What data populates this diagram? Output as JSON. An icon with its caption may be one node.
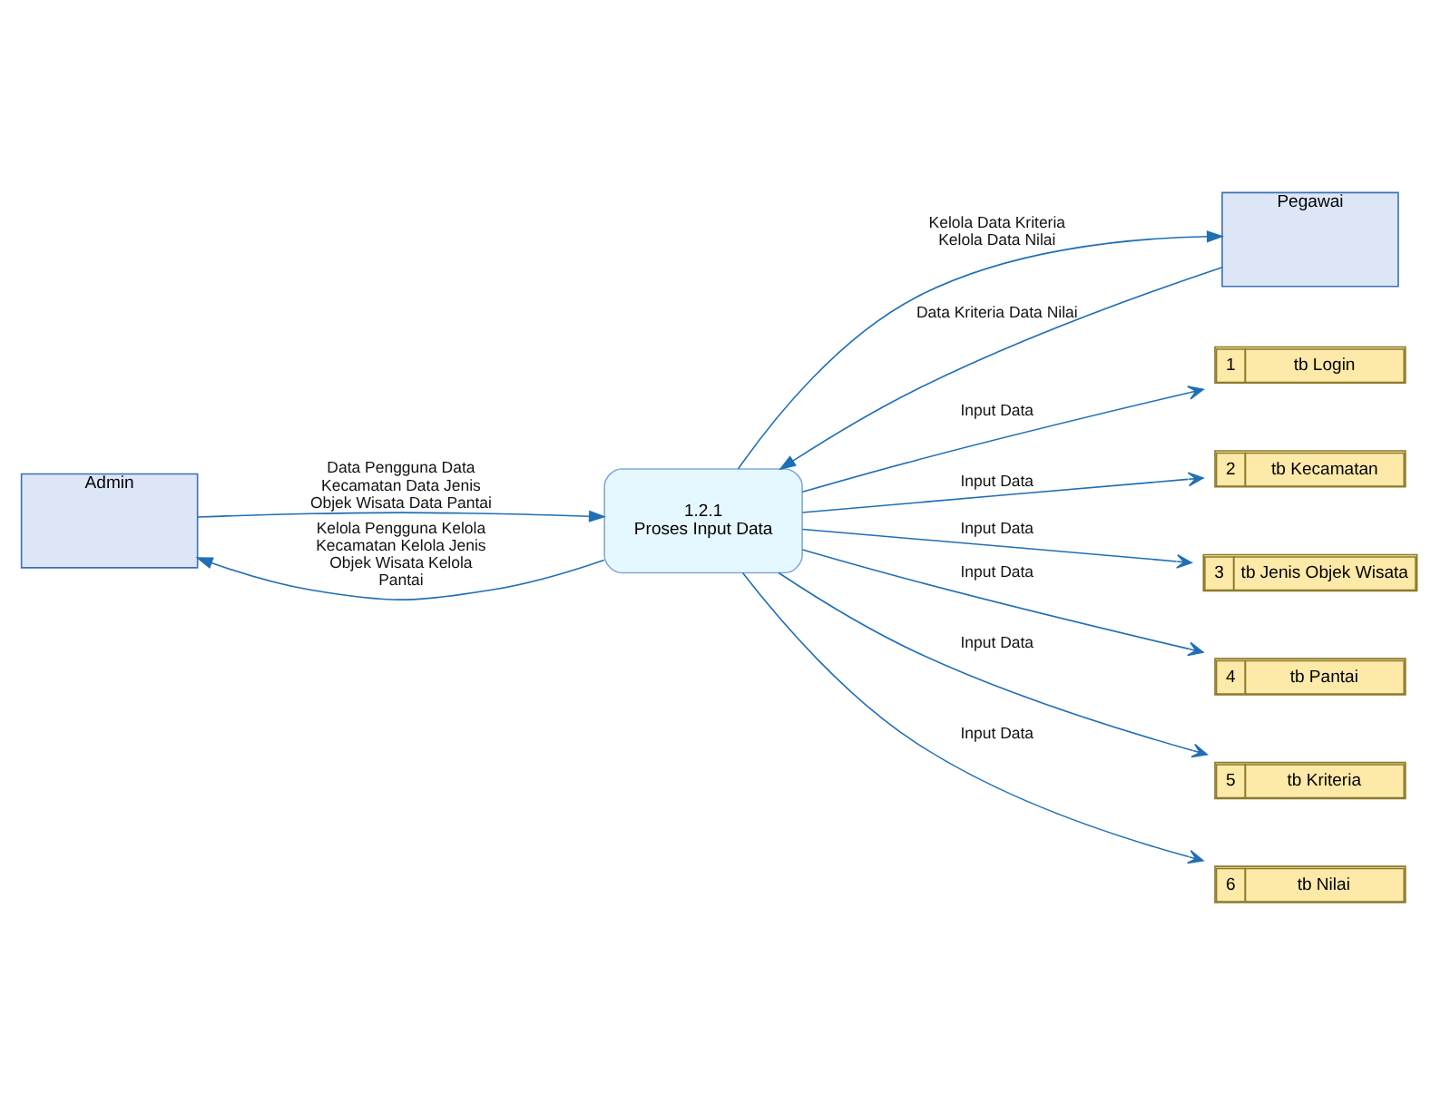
{
  "diagram": {
    "nodes": [
      {
        "text": [
          "Admin"
        ]
      },
      {
        "text": [
          "Pegawai"
        ]
      },
      {
        "text": [
          "1.2.1",
          "Proses Input Data"
        ]
      },
      {
        "text": [
          "1",
          "tb Login"
        ]
      },
      {
        "text": [
          "2",
          "tb Kecamatan"
        ]
      },
      {
        "text": [
          "3",
          "tb Jenis Objek Wisata"
        ]
      },
      {
        "text": [
          "4",
          "tb Pantai"
        ]
      },
      {
        "text": [
          "5",
          "tb Kriteria"
        ]
      },
      {
        "text": [
          "6",
          "tb Nilai"
        ]
      }
    ],
    "edges": [
      {
        "from": 2,
        "to": 0,
        "arrow": "to",
        "label": "Kelola Pengguna Kelola Kecamatan Kelola Jenis Objek Wisata Kelola Pantai"
      },
      {
        "from": 0,
        "to": 2,
        "arrow": "to",
        "label": "Data Pengguna Data Kecamatan Data Jenis Objek Wisata Data Pantai"
      },
      {
        "from": 1,
        "to": 2,
        "arrow": "to",
        "label": "Data Kriteria Data Nilai"
      },
      {
        "from": 2,
        "to": 1,
        "arrow": "to",
        "label": "Kelola Data Kriteria Kelola Data Nilai"
      },
      {
        "from": 2,
        "to": 3,
        "arrow": "to",
        "label": "Input Data"
      },
      {
        "from": 2,
        "to": 4,
        "arrow": "to",
        "label": "Input Data"
      },
      {
        "from": 2,
        "to": 5,
        "arrow": "to",
        "label": "Input Data"
      },
      {
        "from": 2,
        "to": 6,
        "arrow": "to",
        "label": "Input Data"
      },
      {
        "from": 2,
        "to": 7,
        "arrow": "to",
        "label": "Input Data"
      },
      {
        "from": 2,
        "to": 8,
        "arrow": "to",
        "label": "Input Data"
      }
    ]
  }
}
